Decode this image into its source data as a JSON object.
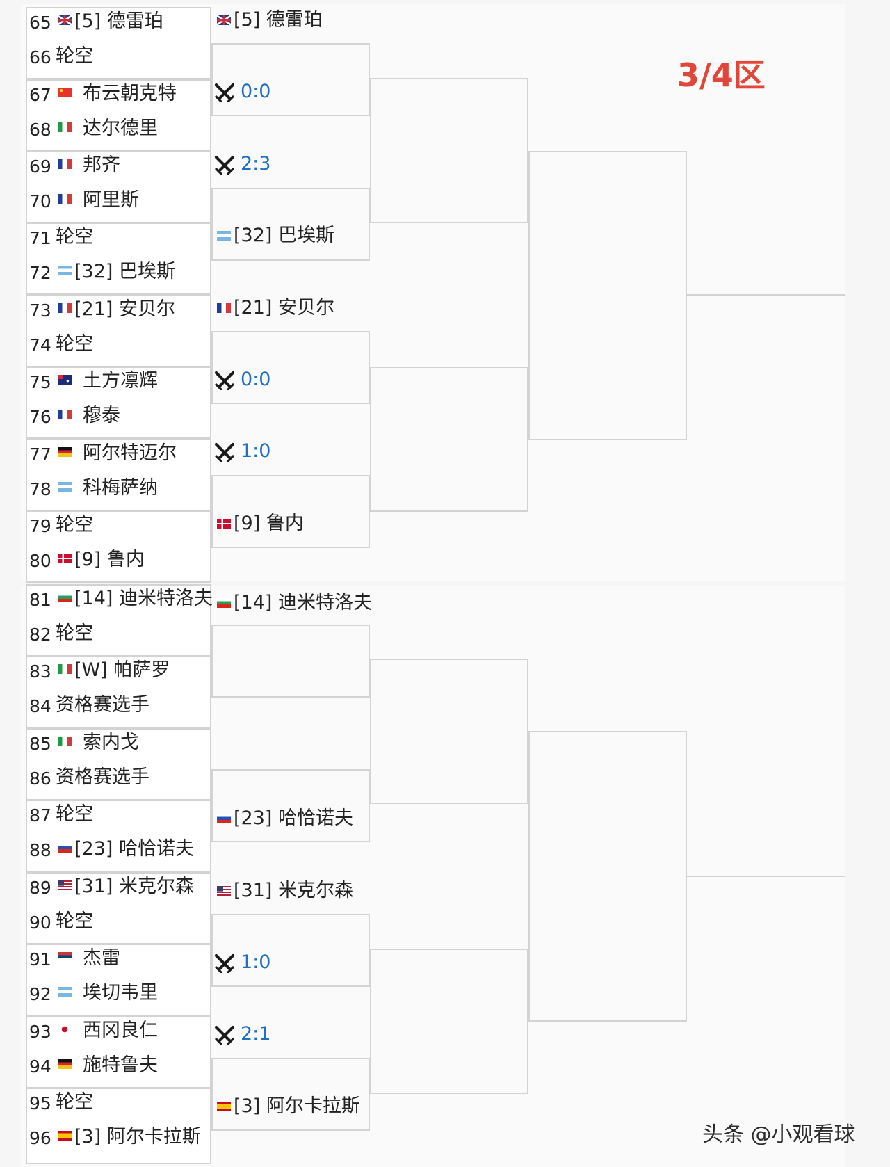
{
  "title": "3/4区",
  "watermark": "头条 @小观看球",
  "flag_colors": {
    "gb": [
      "#1a3c8f",
      "#ffffff",
      "#d22c3c"
    ],
    "cn": [
      "#e8332a",
      "#f8d13a"
    ],
    "it": [
      "#1f9a45",
      "#ffffff",
      "#d33a3a"
    ],
    "fr": [
      "#1f3d9a",
      "#ffffff",
      "#d43a3a"
    ],
    "ar": [
      "#79b6e6",
      "#ffffff",
      "#79b6e6"
    ],
    "au": [
      "#1a2c7a",
      "#ffffff",
      "#d22c3c"
    ],
    "de": [
      "#111111",
      "#d9252a",
      "#f3c417"
    ],
    "dk": [
      "#c8102e",
      "#ffffff"
    ],
    "bg": [
      "#ffffff",
      "#2f9a5b",
      "#d62718"
    ],
    "ru": [
      "#ffffff",
      "#2a4fb0",
      "#d6291f"
    ],
    "us": [
      "#b22234",
      "#ffffff",
      "#3c3b6e"
    ],
    "rs": [
      "#c6363c",
      "#0c4076",
      "#ffffff"
    ],
    "jp": [
      "#ffffff",
      "#c8102e"
    ],
    "es": [
      "#c60b1e",
      "#ffc400"
    ]
  },
  "round1": [
    {
      "seed": "65",
      "flag": "gb",
      "name": "[5] 德雷珀"
    },
    {
      "seed": "66",
      "flag": "",
      "name": "轮空"
    },
    {
      "seed": "67",
      "flag": "cn",
      "name": "布云朝克特"
    },
    {
      "seed": "68",
      "flag": "it",
      "name": "达尔德里"
    },
    {
      "seed": "69",
      "flag": "fr",
      "name": "邦齐"
    },
    {
      "seed": "70",
      "flag": "fr",
      "name": "阿里斯"
    },
    {
      "seed": "71",
      "flag": "",
      "name": "轮空"
    },
    {
      "seed": "72",
      "flag": "ar",
      "name": "[32] 巴埃斯"
    },
    {
      "seed": "73",
      "flag": "fr",
      "name": "[21] 安贝尔"
    },
    {
      "seed": "74",
      "flag": "",
      "name": "轮空"
    },
    {
      "seed": "75",
      "flag": "au",
      "name": "土方凛辉"
    },
    {
      "seed": "76",
      "flag": "fr",
      "name": "穆泰"
    },
    {
      "seed": "77",
      "flag": "de",
      "name": "阿尔特迈尔"
    },
    {
      "seed": "78",
      "flag": "ar",
      "name": "科梅萨纳"
    },
    {
      "seed": "79",
      "flag": "",
      "name": "轮空"
    },
    {
      "seed": "80",
      "flag": "dk",
      "name": "[9] 鲁内"
    },
    {
      "seed": "81",
      "flag": "bg",
      "name": "[14] 迪米特洛夫"
    },
    {
      "seed": "82",
      "flag": "",
      "name": "轮空"
    },
    {
      "seed": "83",
      "flag": "it",
      "name": "[W] 帕萨罗"
    },
    {
      "seed": "84",
      "flag": "",
      "name": "资格赛选手"
    },
    {
      "seed": "85",
      "flag": "it",
      "name": "索内戈"
    },
    {
      "seed": "86",
      "flag": "",
      "name": "资格赛选手"
    },
    {
      "seed": "87",
      "flag": "",
      "name": "轮空"
    },
    {
      "seed": "88",
      "flag": "ru",
      "name": "[23] 哈恰诺夫"
    },
    {
      "seed": "89",
      "flag": "us",
      "name": "[31] 米克尔森"
    },
    {
      "seed": "90",
      "flag": "",
      "name": "轮空"
    },
    {
      "seed": "91",
      "flag": "rs",
      "name": "杰雷"
    },
    {
      "seed": "92",
      "flag": "ar",
      "name": "埃切韦里"
    },
    {
      "seed": "93",
      "flag": "jp",
      "name": "西冈良仁"
    },
    {
      "seed": "94",
      "flag": "de",
      "name": "施特鲁夫"
    },
    {
      "seed": "95",
      "flag": "",
      "name": "轮空"
    },
    {
      "seed": "96",
      "flag": "es",
      "name": "[3] 阿尔卡拉斯"
    }
  ],
  "round2": [
    {
      "type": "player",
      "flag": "gb",
      "text": "[5] 德雷珀"
    },
    {
      "type": "match",
      "text": "0:0"
    },
    {
      "type": "match",
      "text": "2:3"
    },
    {
      "type": "player",
      "flag": "ar",
      "text": "[32] 巴埃斯"
    },
    {
      "type": "player",
      "flag": "fr",
      "text": "[21] 安贝尔"
    },
    {
      "type": "match",
      "text": "0:0"
    },
    {
      "type": "match",
      "text": "1:0"
    },
    {
      "type": "player",
      "flag": "dk",
      "text": "[9] 鲁内"
    },
    {
      "type": "player",
      "flag": "bg",
      "text": "[14] 迪米特洛夫"
    },
    {
      "type": "empty",
      "text": ""
    },
    {
      "type": "empty",
      "text": ""
    },
    {
      "type": "player",
      "flag": "ru",
      "text": "[23] 哈恰诺夫"
    },
    {
      "type": "player",
      "flag": "us",
      "text": "[31] 米克尔森"
    },
    {
      "type": "match",
      "text": "1:0"
    },
    {
      "type": "match",
      "text": "2:1"
    },
    {
      "type": "player",
      "flag": "es",
      "text": "[3] 阿尔卡拉斯"
    }
  ]
}
